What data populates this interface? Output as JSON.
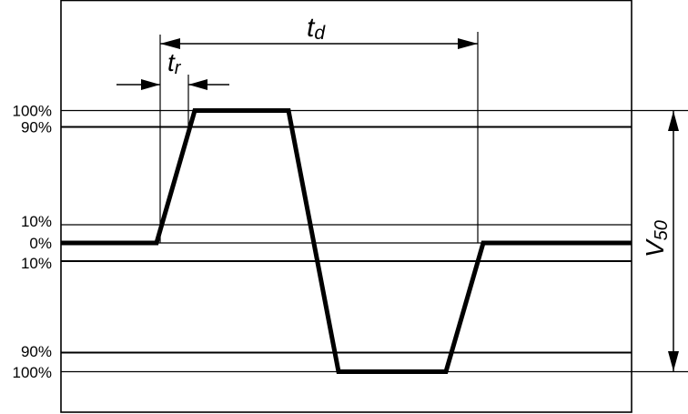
{
  "level_labels": {
    "pos_100": "100%",
    "pos_90": "90%",
    "pos_10": "10%",
    "zero": "0%",
    "neg_10": "10%",
    "neg_90": "90%",
    "neg_100": "100%"
  },
  "symbols": {
    "rise_time": {
      "main": "t",
      "sub": "r"
    },
    "delay_time": {
      "main": "t",
      "sub": "d"
    },
    "amplitude": {
      "main": "V",
      "sub": "50"
    }
  },
  "colors": {
    "line": "#000000",
    "background": "#ffffff"
  }
}
